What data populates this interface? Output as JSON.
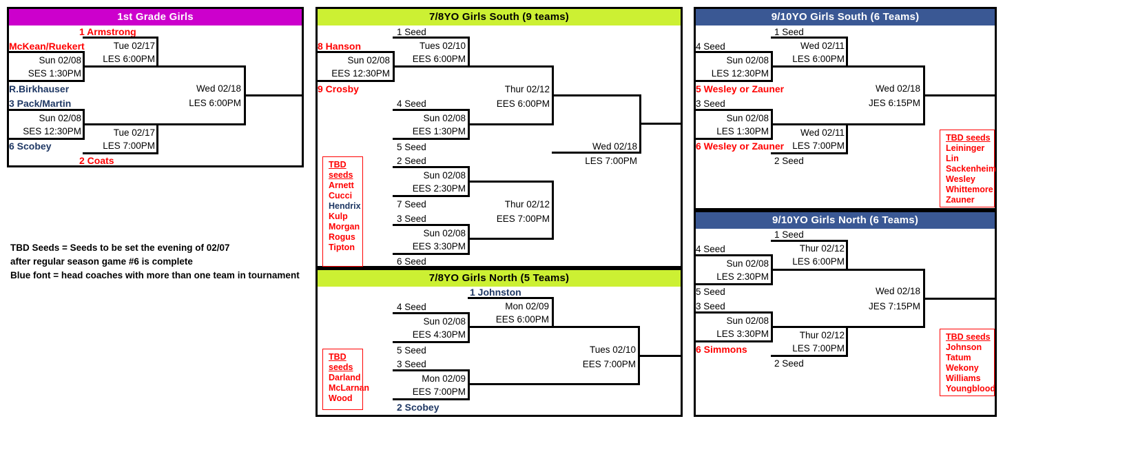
{
  "legend": {
    "line1": "TBD Seeds = Seeds to be set the evening of 02/07",
    "line2": "after regular season game #6 is complete",
    "line3": "Blue font = head coaches with more than one team in tournament"
  },
  "brackets": [
    {
      "id": "first-grade-girls",
      "title": "1st Grade Girls",
      "header_color": "#cc00cc",
      "teams": {
        "top_top": {
          "label": "1 Armstrong",
          "color": "red"
        },
        "r1a_top": {
          "label": "McKean/Ruekert",
          "color": "red"
        },
        "r1a_bottom": {
          "label": "R.Birkhauser",
          "color": "navy"
        },
        "r1b_top": {
          "label": "3 Pack/Martin",
          "color": "navy"
        },
        "r1b_bottom": {
          "label": "6 Scobey",
          "color": "navy"
        },
        "bottom_bottom": {
          "label": "2 Coats",
          "color": "red"
        }
      },
      "games": [
        {
          "name": "r1-upper",
          "date": "Sun 02/08",
          "venue_time": "SES 1:30PM"
        },
        {
          "name": "r1-lower",
          "date": "Sun 02/08",
          "venue_time": "SES 12:30PM"
        },
        {
          "name": "r2-upper",
          "date": "Tue 02/17",
          "venue_time": "LES 6:00PM"
        },
        {
          "name": "r2-lower",
          "date": "Tue 02/17",
          "venue_time": "LES 7:00PM"
        },
        {
          "name": "final",
          "date": "Wed 02/18",
          "venue_time": "LES 6:00PM"
        }
      ]
    },
    {
      "id": "78yo-girls-south",
      "title": "7/8YO Girls South (9 teams)",
      "header_color": "#ccf033",
      "teams": {
        "seed1": {
          "label": "1 Seed",
          "color": "blk"
        },
        "seed8": {
          "label": "8 Hanson",
          "color": "red"
        },
        "seed9": {
          "label": "9 Crosby",
          "color": "red"
        },
        "seed4": {
          "label": "4 Seed",
          "color": "blk"
        },
        "seed5": {
          "label": "5 Seed",
          "color": "blk"
        },
        "seed2": {
          "label": "2 Seed",
          "color": "blk"
        },
        "seed7": {
          "label": "7 Seed",
          "color": "blk"
        },
        "seed3": {
          "label": "3 Seed",
          "color": "blk"
        },
        "seed6": {
          "label": "6 Seed",
          "color": "blk"
        }
      },
      "games": [
        {
          "name": "play-in",
          "date": "Sun 02/08",
          "venue_time": "EES 12:30PM"
        },
        {
          "name": "qf-4v5",
          "date": "Sun 02/08",
          "venue_time": "EES 1:30PM"
        },
        {
          "name": "qf-2v7",
          "date": "Sun 02/08",
          "venue_time": "EES 2:30PM"
        },
        {
          "name": "qf-3v6",
          "date": "Sun 02/08",
          "venue_time": "EES 3:30PM"
        },
        {
          "name": "r2-upper",
          "date": "Tues 02/10",
          "venue_time": "EES 6:00PM"
        },
        {
          "name": "semi-upper",
          "date": "Thur 02/12",
          "venue_time": "EES 6:00PM"
        },
        {
          "name": "semi-lower",
          "date": "Thur 02/12",
          "venue_time": "EES 7:00PM"
        },
        {
          "name": "final",
          "date": "Wed 02/18",
          "venue_time": "LES 7:00PM"
        }
      ],
      "tbd": {
        "header": "TBD seeds",
        "names": [
          {
            "label": "Arnett",
            "color": "red"
          },
          {
            "label": "Cucci",
            "color": "red"
          },
          {
            "label": "Hendrix",
            "color": "navy"
          },
          {
            "label": "Kulp",
            "color": "red"
          },
          {
            "label": "Morgan",
            "color": "red"
          },
          {
            "label": "Rogus",
            "color": "red"
          },
          {
            "label": "Tipton",
            "color": "red"
          }
        ]
      }
    },
    {
      "id": "78yo-girls-north",
      "title": "7/8YO Girls North (5 Teams)",
      "header_color": "#ccf033",
      "teams": {
        "seed1": {
          "label": "1 Johnston",
          "color": "navy"
        },
        "seed4": {
          "label": "4 Seed",
          "color": "blk"
        },
        "seed5": {
          "label": "5 Seed",
          "color": "blk"
        },
        "seed3": {
          "label": "3 Seed",
          "color": "blk"
        },
        "seed2": {
          "label": "2 Scobey",
          "color": "navy"
        }
      },
      "games": [
        {
          "name": "qf-4v5",
          "date": "Sun 02/08",
          "venue_time": "EES 4:30PM"
        },
        {
          "name": "qf-3v2",
          "date": "Mon 02/09",
          "venue_time": "EES 7:00PM"
        },
        {
          "name": "semi-upper",
          "date": "Mon 02/09",
          "venue_time": "EES 6:00PM"
        },
        {
          "name": "final",
          "date": "Tues 02/10",
          "venue_time": "EES 7:00PM"
        }
      ],
      "tbd": {
        "header": "TBD seeds",
        "names": [
          {
            "label": "Darland",
            "color": "red"
          },
          {
            "label": "McLarnan",
            "color": "red"
          },
          {
            "label": "Wood",
            "color": "red"
          }
        ]
      }
    },
    {
      "id": "910yo-girls-south",
      "title": "9/10YO Girls South (6 Teams)",
      "header_color": "#3a5894",
      "teams": {
        "seed1": {
          "label": "1 Seed",
          "color": "blk"
        },
        "seed4": {
          "label": "4 Seed",
          "color": "blk"
        },
        "seed5": {
          "label": "5 Wesley or Zauner",
          "color": "red"
        },
        "seed3": {
          "label": "3 Seed",
          "color": "blk"
        },
        "seed6": {
          "label": "6 Wesley or Zauner",
          "color": "red"
        },
        "seed2": {
          "label": "2 Seed",
          "color": "blk"
        }
      },
      "games": [
        {
          "name": "qf-4v5",
          "date": "Sun 02/08",
          "venue_time": "LES 12:30PM"
        },
        {
          "name": "qf-3v6",
          "date": "Sun 02/08",
          "venue_time": "LES 1:30PM"
        },
        {
          "name": "semi-upper",
          "date": "Wed 02/11",
          "venue_time": "LES 6:00PM"
        },
        {
          "name": "semi-lower",
          "date": "Wed 02/11",
          "venue_time": "LES 7:00PM"
        },
        {
          "name": "final",
          "date": "Wed 02/18",
          "venue_time": "JES 6:15PM"
        }
      ],
      "tbd": {
        "header": "TBD seeds",
        "names": [
          {
            "label": "Leininger",
            "color": "red"
          },
          {
            "label": "Lin",
            "color": "red"
          },
          {
            "label": "Sackenheim",
            "color": "red"
          },
          {
            "label": "Wesley",
            "color": "red"
          },
          {
            "label": "Whittemore",
            "color": "red"
          },
          {
            "label": "Zauner",
            "color": "red"
          }
        ]
      }
    },
    {
      "id": "910yo-girls-north",
      "title": "9/10YO Girls North (6 Teams)",
      "header_color": "#3a5894",
      "teams": {
        "seed1": {
          "label": "1 Seed",
          "color": "blk"
        },
        "seed4": {
          "label": "4 Seed",
          "color": "blk"
        },
        "seed5": {
          "label": "5 Seed",
          "color": "blk"
        },
        "seed3": {
          "label": "3 Seed",
          "color": "blk"
        },
        "seed6": {
          "label": "6 Simmons",
          "color": "red"
        },
        "seed2": {
          "label": "2 Seed",
          "color": "blk"
        }
      },
      "games": [
        {
          "name": "qf-4v5",
          "date": "Sun 02/08",
          "venue_time": "LES 2:30PM"
        },
        {
          "name": "qf-3v6",
          "date": "Sun 02/08",
          "venue_time": "LES 3:30PM"
        },
        {
          "name": "semi-upper",
          "date": "Thur 02/12",
          "venue_time": "LES 6:00PM"
        },
        {
          "name": "semi-lower",
          "date": "Thur 02/12",
          "venue_time": "LES 7:00PM"
        },
        {
          "name": "final",
          "date": "Wed 02/18",
          "venue_time": "JES 7:15PM"
        }
      ],
      "tbd": {
        "header": "TBD seeds",
        "names": [
          {
            "label": "Johnson",
            "color": "red"
          },
          {
            "label": "Tatum",
            "color": "red"
          },
          {
            "label": "Wekony",
            "color": "red"
          },
          {
            "label": "Williams",
            "color": "red"
          },
          {
            "label": "Youngblood",
            "color": "red"
          }
        ]
      }
    }
  ]
}
